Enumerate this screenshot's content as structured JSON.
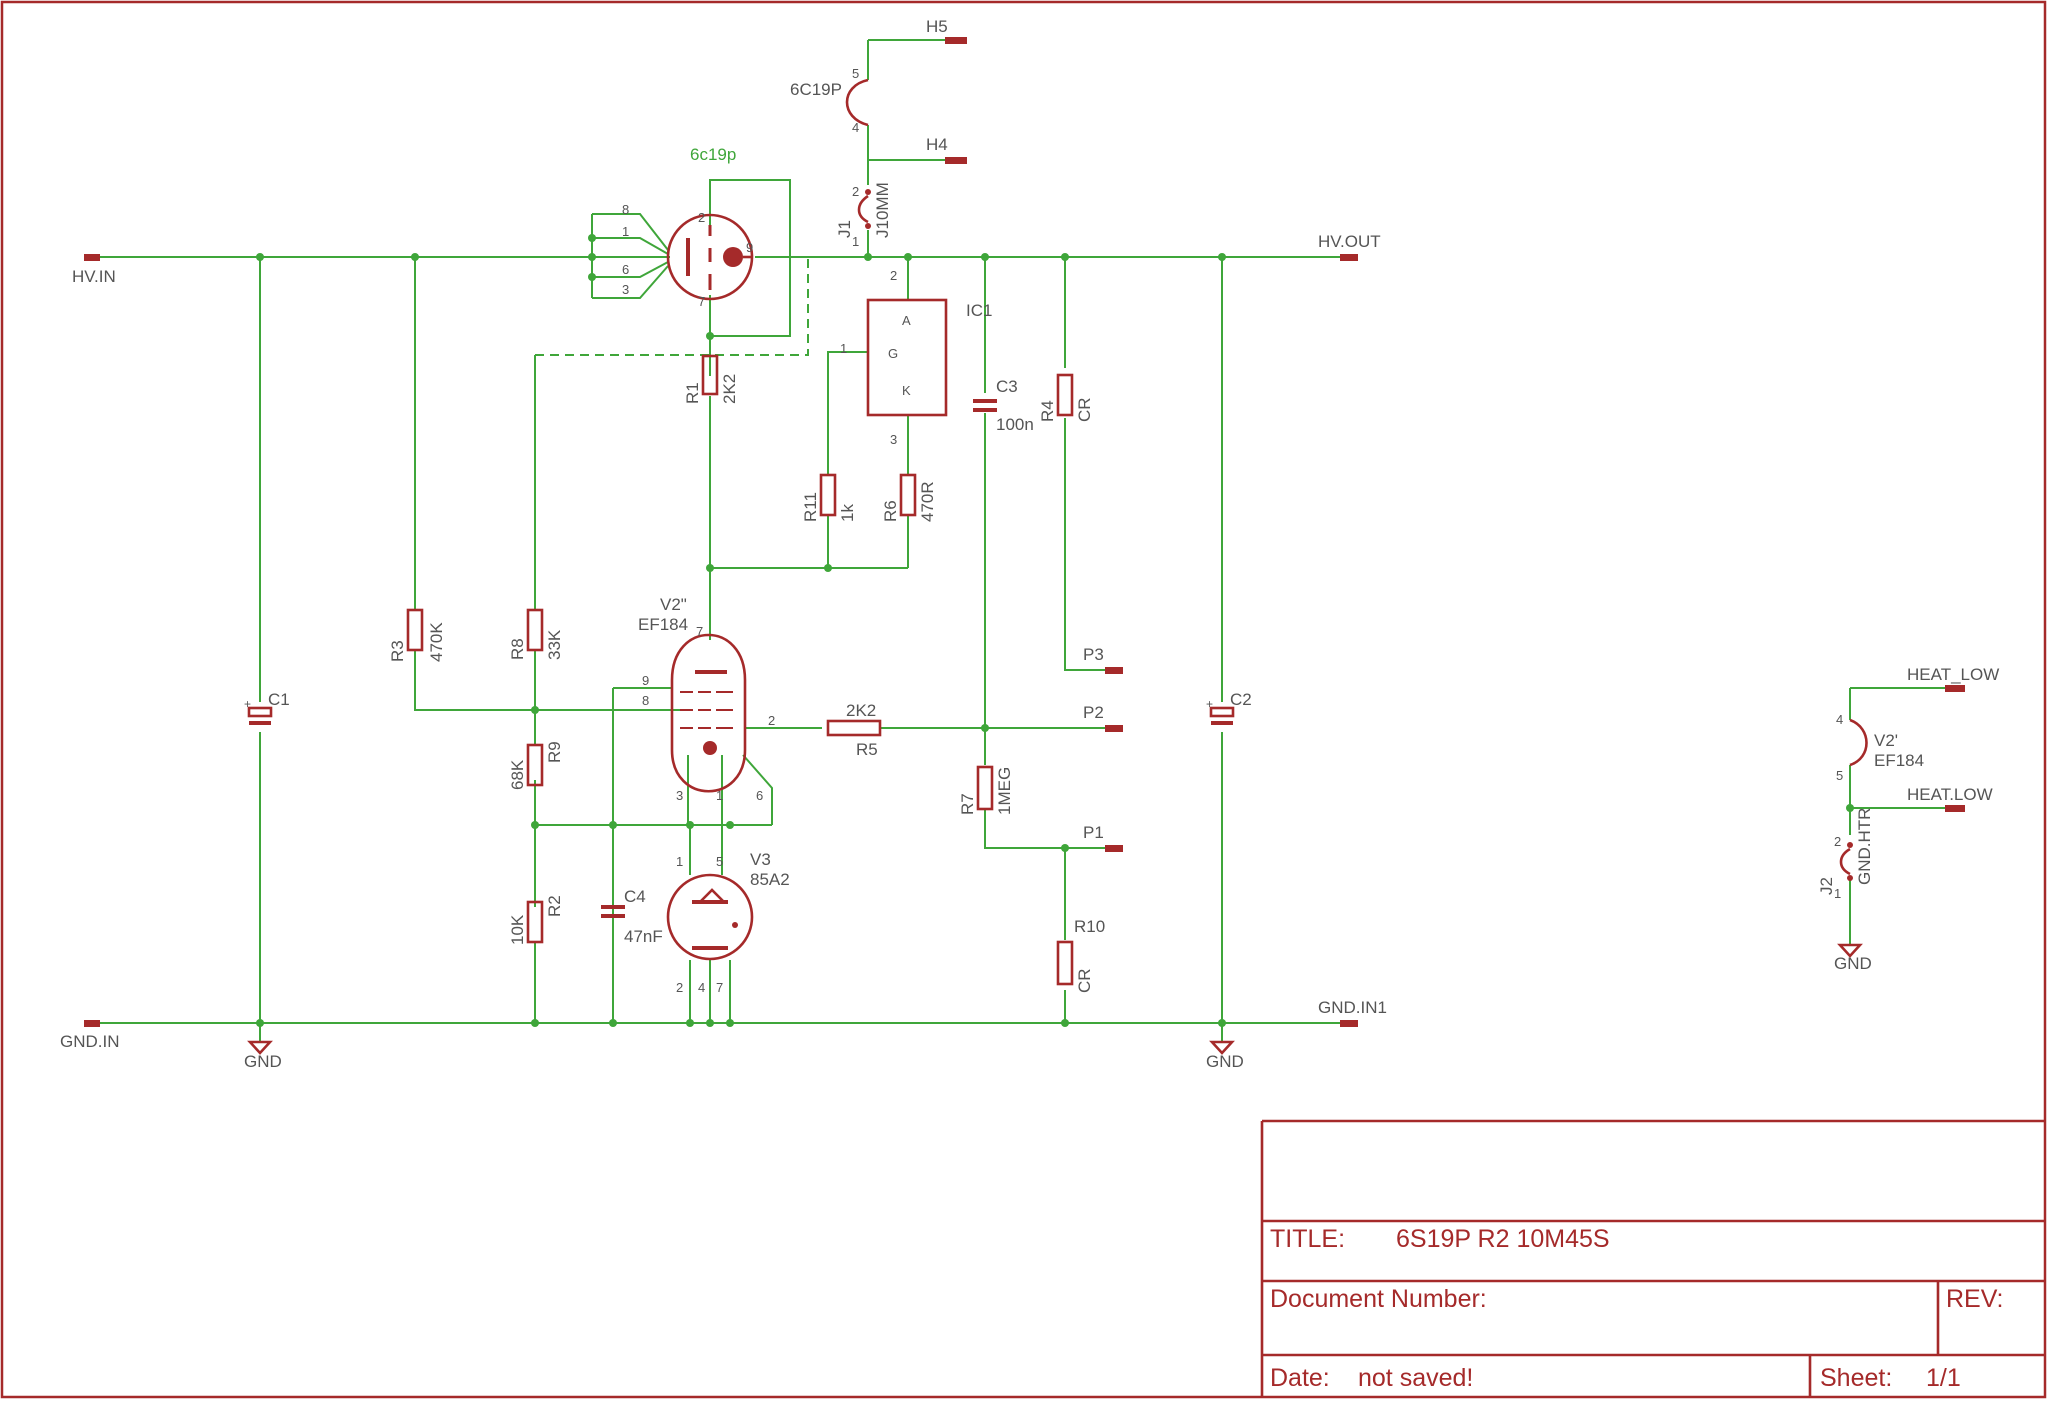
{
  "ports": {
    "hv_in": "HV.IN",
    "gnd_in": "GND.IN",
    "hv_out": "HV.OUT",
    "gnd_in1": "GND.IN1",
    "h5": "H5",
    "h4": "H4",
    "p3": "P3",
    "p2": "P2",
    "p1": "P1",
    "heat_low_a": "HEAT_LOW",
    "heat_low_b": "HEAT.LOW"
  },
  "grounds": {
    "g1": "GND",
    "g2": "GND",
    "g3": "GND"
  },
  "components": {
    "c1": {
      "name": "C1"
    },
    "c2": {
      "name": "C2"
    },
    "c3": {
      "name": "C3",
      "value": "100n"
    },
    "c4": {
      "name": "C4",
      "value": "47nF"
    },
    "r1": {
      "name": "R1",
      "value": "2K2"
    },
    "r2": {
      "name": "R2",
      "value": "10K"
    },
    "r3": {
      "name": "R3",
      "value": "470K"
    },
    "r4": {
      "name": "R4",
      "value": "CR"
    },
    "r5": {
      "name": "R5",
      "value": "2K2"
    },
    "r6": {
      "name": "R6",
      "value": "470R"
    },
    "r7": {
      "name": "R7",
      "value": "1MEG"
    },
    "r8": {
      "name": "R8",
      "value": "33K"
    },
    "r9": {
      "name": "R9",
      "value": "68K"
    },
    "r10": {
      "name": "R10",
      "value": "CR"
    },
    "r11": {
      "name": "R11",
      "value": "1k"
    },
    "ic1": {
      "name": "IC1",
      "pin_g": "G",
      "pin_a": "A",
      "pin_k": "K"
    },
    "tube_main": {
      "net_label": "6c19p"
    },
    "heater_6c19p": {
      "name": "6C19P"
    },
    "j1": {
      "name": "J1",
      "value": "J10MM"
    },
    "v2": {
      "name": "V2\"",
      "value": "EF184"
    },
    "v3": {
      "name": "V3",
      "value": "85A2"
    },
    "v2_heater": {
      "name": "V2'",
      "value": "EF184"
    },
    "j2": {
      "name": "J2",
      "value": "GND.HTR"
    }
  },
  "pins": {
    "p1": "1",
    "p2": "2",
    "p3": "3",
    "p4": "4",
    "p5": "5",
    "p6": "6",
    "p7": "7",
    "p8": "8",
    "p9": "9"
  },
  "title_block": {
    "title_label": "TITLE:",
    "title_value": "6S19P R2 10M45S",
    "doc_label": "Document Number:",
    "rev_label": "REV:",
    "date_label": "Date:",
    "date_value": "not saved!",
    "sheet_label": "Sheet:",
    "sheet_value": "1/1"
  },
  "colors": {
    "wire": "#3fa63a",
    "symbol": "#a52a2a",
    "text": "#555555"
  }
}
